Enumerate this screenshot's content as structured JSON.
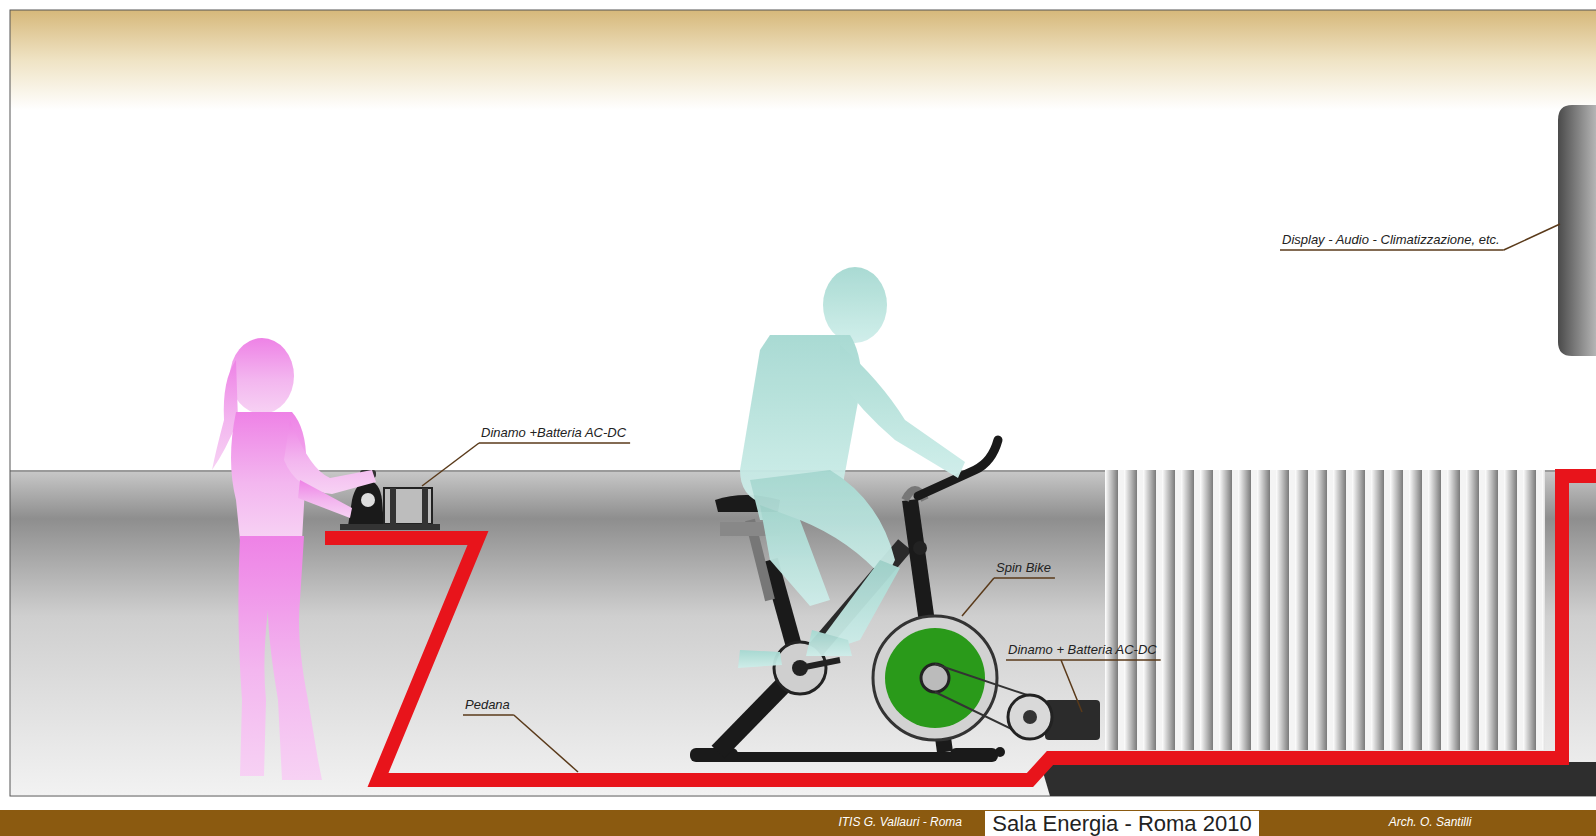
{
  "diagram": {
    "title": "Sala Energia - Roma 2010",
    "labels": [
      "Display - Audio - Climatizzazione, etc.",
      "Dinamo +Batteria AC-DC",
      "Spin Bike",
      "Dinamo + Batteria AC-DC",
      "Pedana",
      "ITIS G. Vallauri - Roma",
      "Arch. O. Santilli"
    ]
  }
}
